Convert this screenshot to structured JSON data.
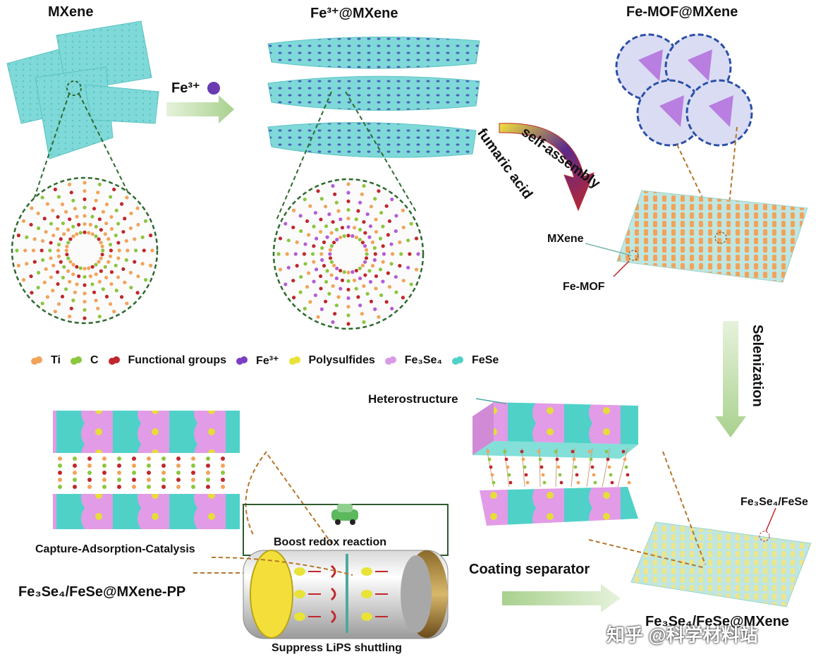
{
  "titles": {
    "mxene": "MXene",
    "fe_mxene": "Fe³⁺@MXene",
    "fe_mof_mxene": "Fe-MOF@MXene"
  },
  "labels": {
    "fe3_ion": "Fe³⁺",
    "self_assembly": "self-assembly",
    "fumaric_acid": "fumaric acid",
    "mxene_pointer": "MXene",
    "femof_pointer": "Fe-MOF",
    "selenization": "Selenization",
    "heterostructure": "Heterostructure",
    "capture": "Capture-Adsorption-Catalysis",
    "boost": "Boost redox reaction",
    "suppress": "Suppress LiPS shuttling",
    "coating": "Coating separator",
    "fe3se4_fese": "Fe₃Se₄/FeSe",
    "product_pp": "Fe₃Se₄/FeSe@MXene-PP",
    "product_bottom": "Fe₃Se₄/FeSe@MXene"
  },
  "legend": [
    {
      "label": "Ti",
      "color": "#f2a35a"
    },
    {
      "label": "C",
      "color": "#8cc63f"
    },
    {
      "label": "Functional groups",
      "color": "#c0272d"
    },
    {
      "label": "Fe³⁺",
      "color": "#7b3fc4"
    },
    {
      "label": "Polysulfides",
      "color": "#e8e336"
    },
    {
      "label": "Fe₃Se₄",
      "color": "#d99ae6"
    },
    {
      "label": "FeSe",
      "color": "#4fd1c8"
    }
  ],
  "watermark": "知乎 @科学材料站",
  "colors": {
    "mxene": "#7fd9d9",
    "fe_dot": "#6a3ab0",
    "arrow_green": "#b5d99c",
    "mof_purple": "#b87ee0",
    "mof_blue": "#2b4fa8"
  }
}
